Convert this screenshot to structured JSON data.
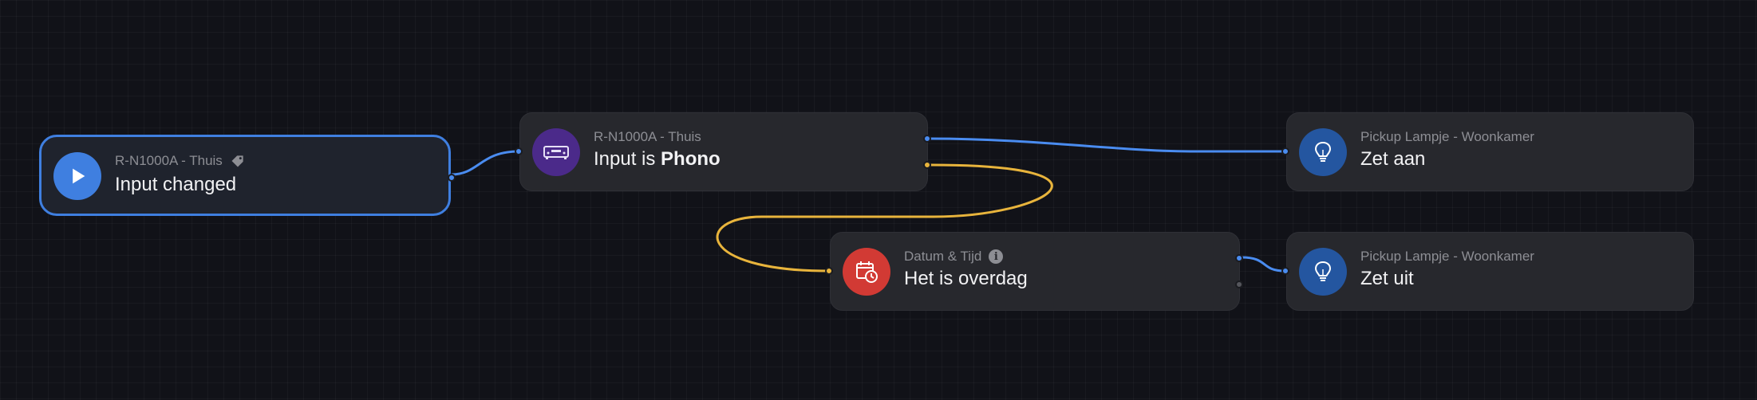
{
  "nodes": {
    "trigger": {
      "subtitle": "R-N1000A - Thuis",
      "title": "Input changed",
      "icon": "play-icon",
      "color": "#3f7fe0"
    },
    "condition_input": {
      "subtitle": "R-N1000A - Thuis",
      "title_prefix": "Input is ",
      "title_value": "Phono",
      "icon": "receiver-icon",
      "color": "#4b2a8a"
    },
    "condition_time": {
      "subtitle": "Datum & Tijd",
      "title": "Het is overdag",
      "icon": "calendar-clock-icon",
      "color": "#d23a34"
    },
    "action_on": {
      "subtitle": "Pickup Lampje - Woonkamer",
      "title": "Zet aan",
      "icon": "lightbulb-icon",
      "color": "#2456a0"
    },
    "action_off": {
      "subtitle": "Pickup Lampje - Woonkamer",
      "title": "Zet uit",
      "icon": "lightbulb-icon",
      "color": "#2456a0"
    }
  },
  "colors": {
    "true_wire": "#4a8cf0",
    "false_wire": "#e8b43c",
    "background": "#111218"
  }
}
